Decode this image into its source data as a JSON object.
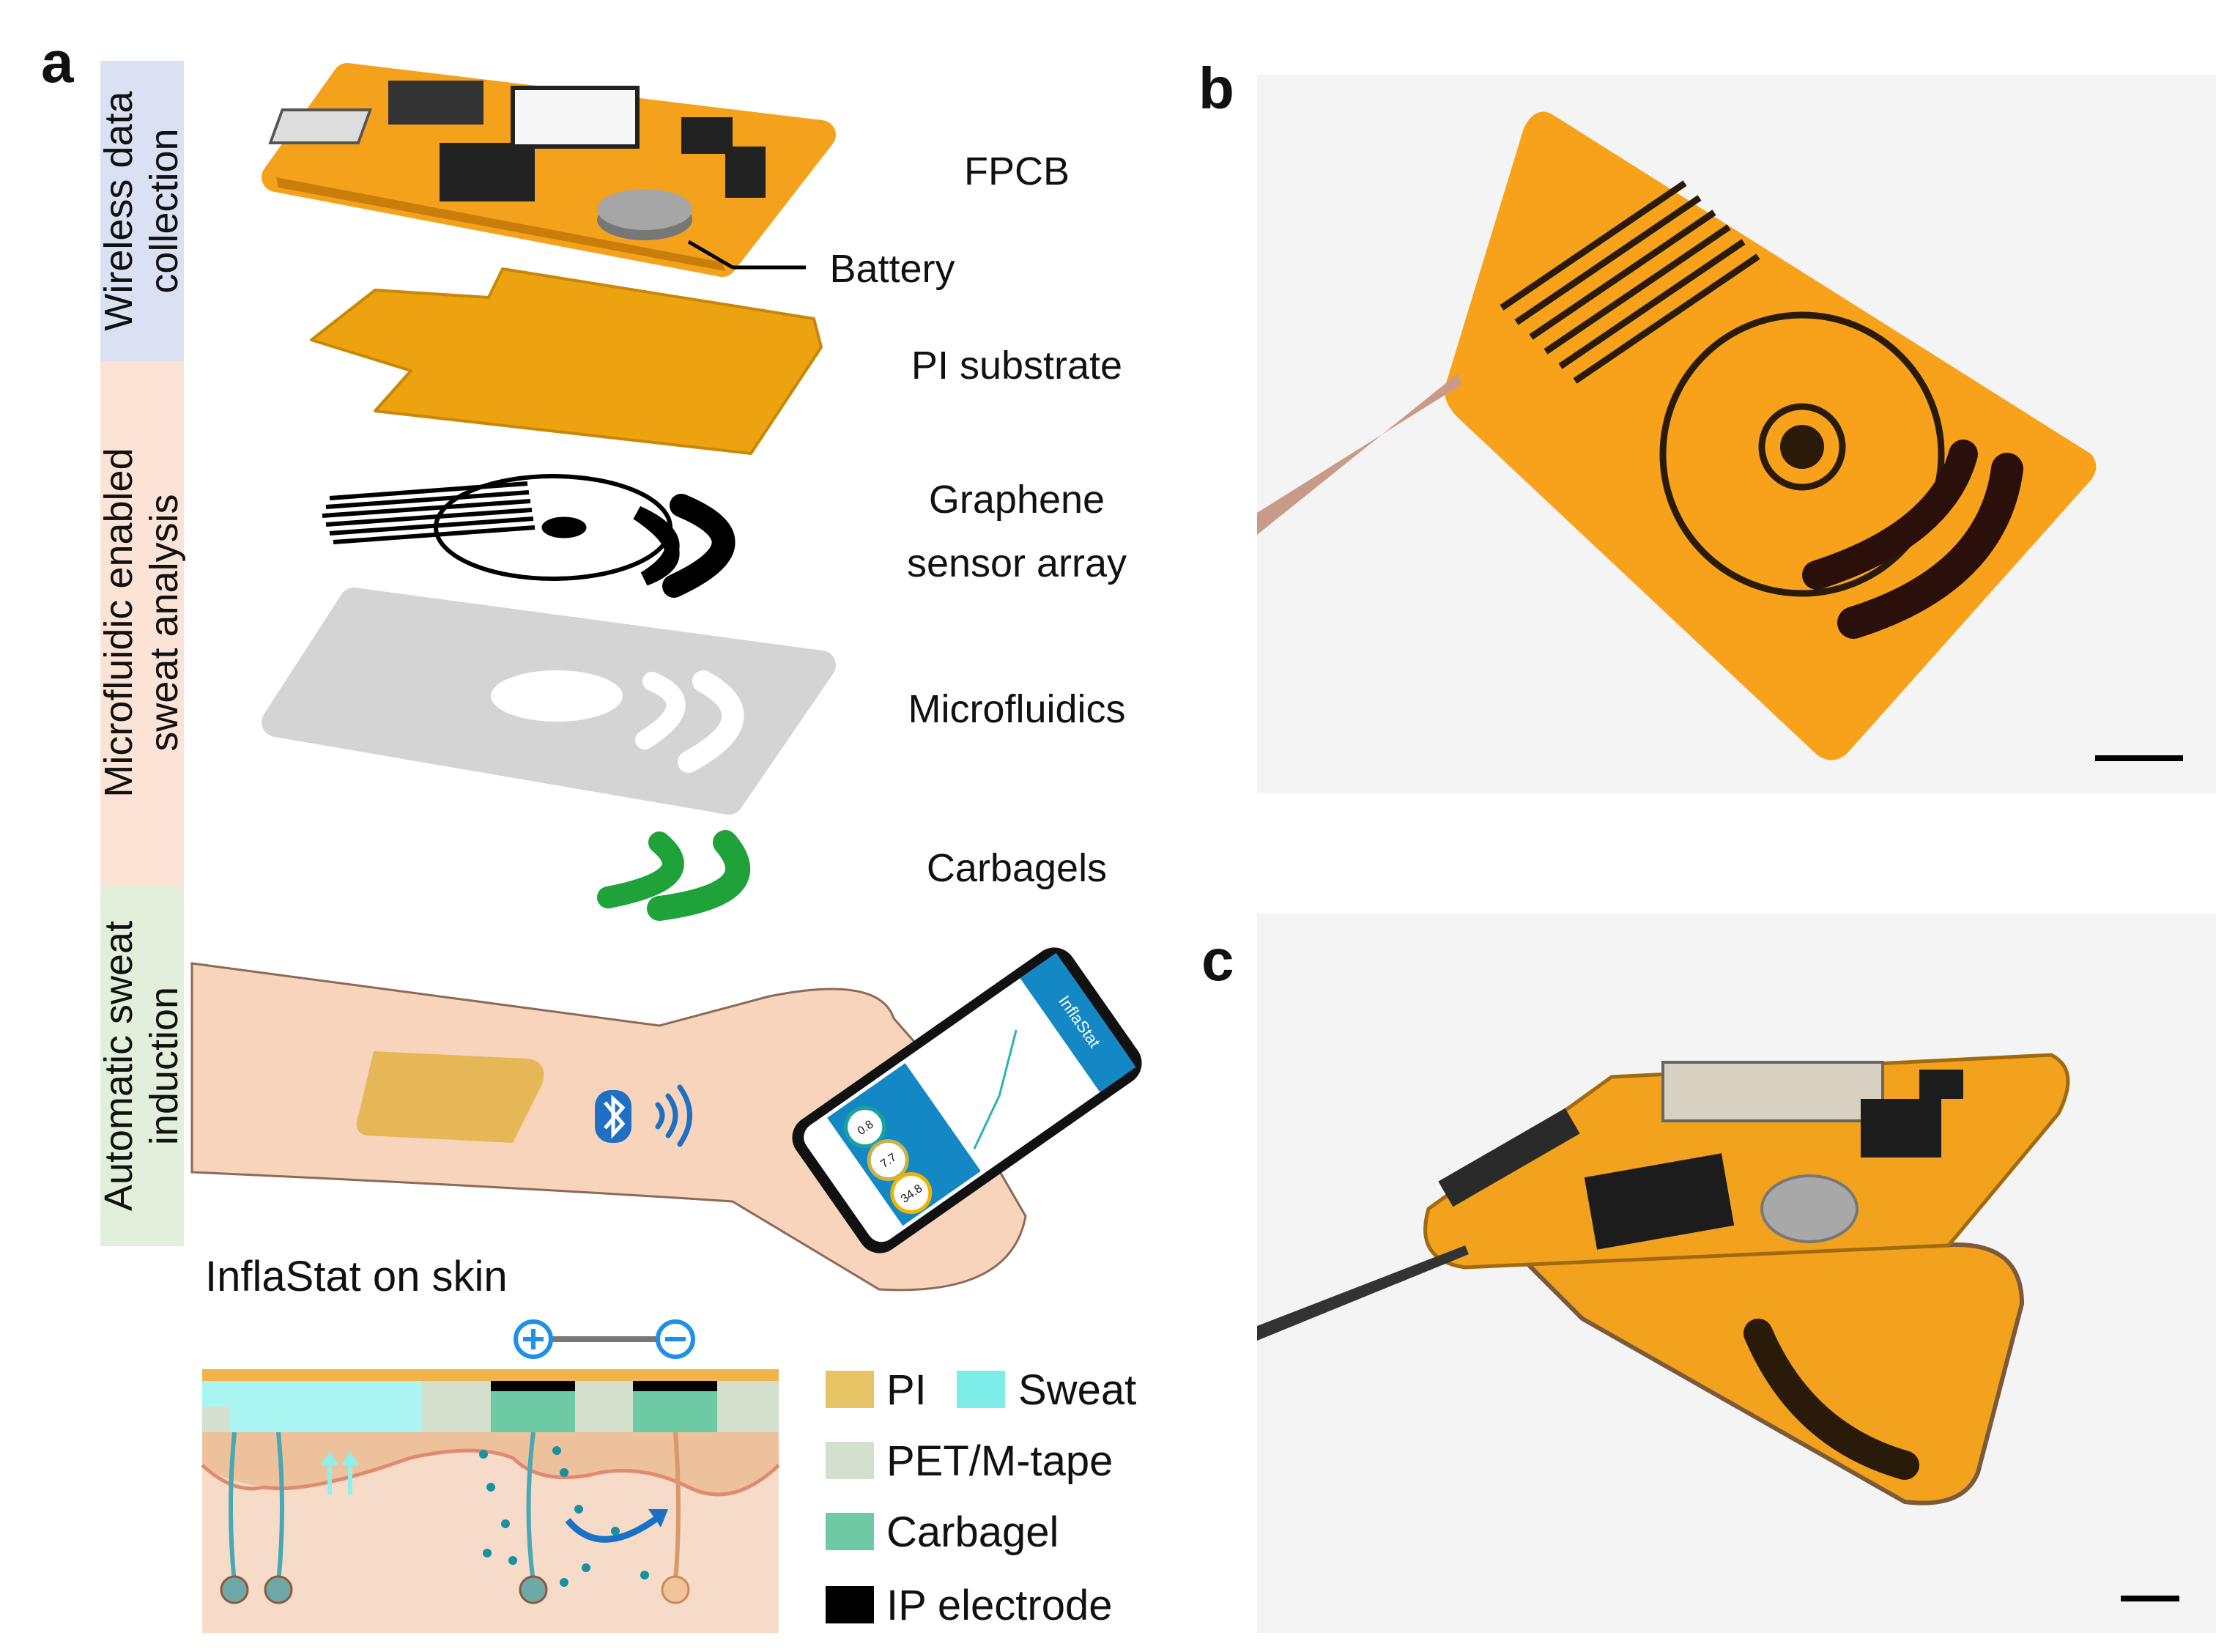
{
  "panel_labels": {
    "a": "a",
    "b": "b",
    "c": "c"
  },
  "side_labels": {
    "wireless": [
      "Wireless data",
      "collection"
    ],
    "microfluidic": [
      "Microfluidic enabled",
      "sweat analysis"
    ],
    "automatic": [
      "Automatic sweat",
      "induction"
    ]
  },
  "layers": {
    "fpcb": "FPCB",
    "battery": "Battery",
    "pi_substrate": "PI substrate",
    "graphene": [
      "Graphene",
      "sensor array"
    ],
    "microfluidics": "Microfluidics",
    "carbagels": "Carbagels"
  },
  "phone": {
    "app_title": "InflaStat",
    "readings": [
      "0.8",
      "7.7",
      "34.8"
    ]
  },
  "cross_section": {
    "title": "InflaStat on skin",
    "legend": [
      {
        "label": "PI",
        "color": "#e6c466"
      },
      {
        "label": "Sweat",
        "color": "#7eece9"
      },
      {
        "label": "PET/M-tape",
        "color": "#d2e0cd"
      },
      {
        "label": "Carbagel",
        "color": "#6dcaa4"
      },
      {
        "label": "IP electrode",
        "color": "#000000"
      }
    ]
  },
  "colors": {
    "wireless_band": "#d9e1f2",
    "microfluidic_band": "#fbe3d6",
    "automatic_band": "#e2efda",
    "fpcb_orange": "#f4a21c",
    "carbagel_green": "#1fa23a",
    "electrode_blue": "#1e90e6"
  }
}
